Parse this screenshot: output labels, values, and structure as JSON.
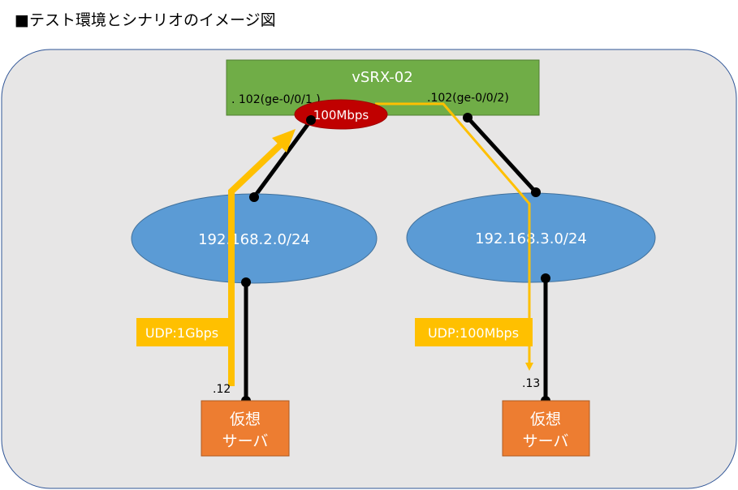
{
  "title": "■テスト環境とシナリオのイメージ図",
  "router": {
    "name": "vSRX-02",
    "left_iface": ". 102(ge-0/0/1 )",
    "right_iface": ".102(ge-0/0/2)"
  },
  "shaper": {
    "label": "100Mbps"
  },
  "networks": [
    {
      "label": "192.168.2.0/24"
    },
    {
      "label": "192.168.3.0/24"
    }
  ],
  "flows": [
    {
      "label": "UDP:1Gbps"
    },
    {
      "label": "UDP:100Mbps"
    }
  ],
  "hosts": [
    {
      "addr": ".12",
      "line1": "仮想",
      "line2": "サーバ"
    },
    {
      "addr": ".13",
      "line1": "仮想",
      "line2": "サーバ"
    }
  ],
  "colors": {
    "router": "#70AD47",
    "router_border": "#507e32",
    "network": "#5B9BD5",
    "network_border": "#41719c",
    "shaper": "#C00000",
    "host": "#ED7D31",
    "flow": "#FFC000",
    "panel": "#e7e6e6",
    "panel_border": "#2f5597"
  }
}
